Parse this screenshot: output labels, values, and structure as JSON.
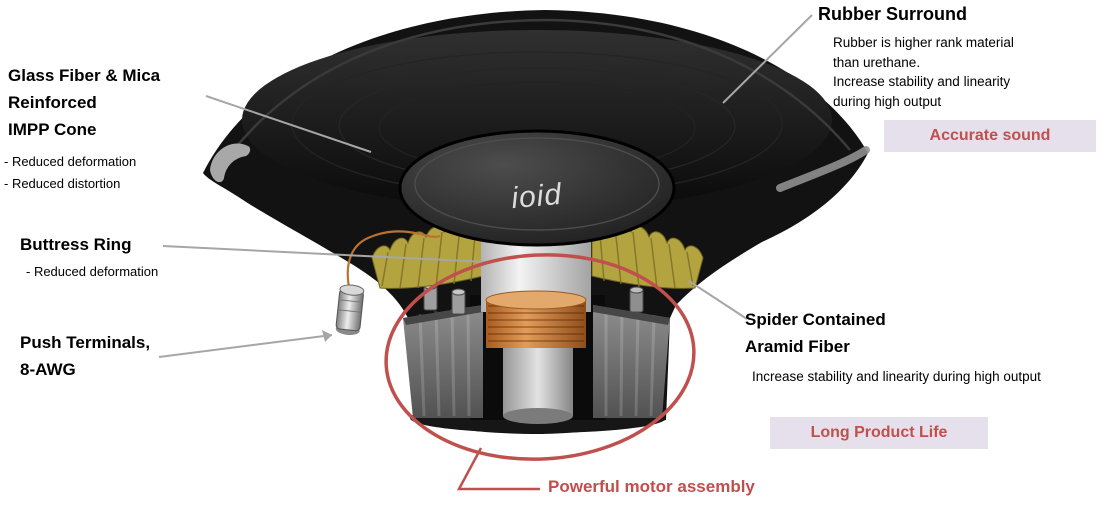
{
  "annotations": {
    "cone": {
      "title": "Glass Fiber & Mica\nReinforced\nIMPP Cone",
      "points": [
        "- Reduced deformation",
        "- Reduced distortion"
      ]
    },
    "buttress_ring": {
      "title": "Buttress Ring",
      "points": [
        "- Reduced deformation"
      ]
    },
    "push_terminals": {
      "title": "Push Terminals,\n8-AWG"
    },
    "rubber_surround": {
      "title": "Rubber Surround",
      "description": "Rubber is higher rank material\nthan urethane.\nIncrease stability and linearity\nduring high output",
      "badge": "Accurate sound"
    },
    "spider": {
      "title": "Spider Contained\n Aramid Fiber",
      "description": "Increase stability and linearity during high output",
      "badge": "Long Product Life"
    },
    "motor": {
      "label": "Powerful motor assembly"
    }
  },
  "speaker": {
    "logo": "ioid"
  },
  "colors": {
    "accent_red": "#c0504d",
    "badge_background": "#e6e0ec",
    "leader_line_gray": "#a6a6a6",
    "spider_yellow": "#b4a440",
    "voice_coil_copper": "#c0763a",
    "cone_black": "#121212"
  }
}
